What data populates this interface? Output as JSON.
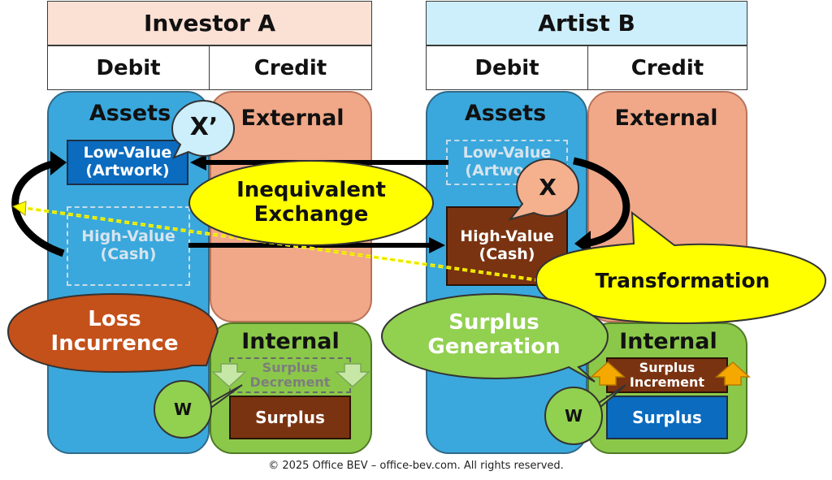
{
  "investor": {
    "title": "Investor A",
    "debit": "Debit",
    "credit": "Credit",
    "assets": "Assets",
    "external": "External",
    "internal": "Internal",
    "low_value": [
      "Low-Value",
      "(Artwork)"
    ],
    "high_value": [
      "High-Value",
      "(Cash)"
    ],
    "surplus_change": [
      "Surplus",
      "Decrement"
    ],
    "surplus": "Surplus",
    "marker": "X’",
    "w": "W"
  },
  "artist": {
    "title": "Artist B",
    "debit": "Debit",
    "credit": "Credit",
    "assets": "Assets",
    "external": "External",
    "internal": "Internal",
    "low_value": [
      "Low-Value",
      "(Artwork)"
    ],
    "high_value": [
      "High-Value",
      "(Cash)"
    ],
    "surplus_change": [
      "Surplus",
      "Increment"
    ],
    "surplus": "Surplus",
    "marker": "X",
    "w": "W"
  },
  "callouts": {
    "inequivalent": [
      "Inequivalent",
      "Exchange"
    ],
    "transformation": "Transformation",
    "loss": [
      "Loss",
      "Incurrence"
    ],
    "surplus_gen": [
      "Surplus",
      "Generation"
    ]
  },
  "footer": "© 2025 Office BEV – office-bev.com. All rights reserved.",
  "colors": {
    "investor_header": "#fbe0d4",
    "artist_header": "#cdeefb",
    "assets": "#3aa8dc",
    "external": "#f0a888",
    "internal": "#8bc84a",
    "brown": "#7a3311",
    "blue_box": "#0a6bbf",
    "yellow": "#ffff00",
    "loss": "#c4501a",
    "green_bubble": "#92d050",
    "orange_arrow": "#f5a800"
  }
}
